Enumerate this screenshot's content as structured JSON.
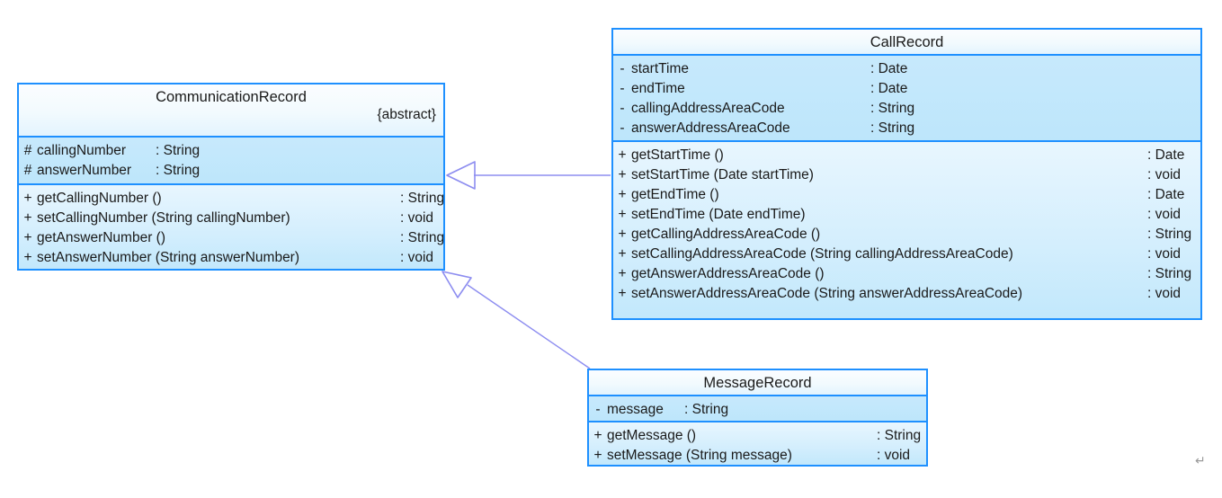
{
  "diagram": {
    "type": "uml-class-diagram",
    "background": "#ffffff",
    "border_color": "#1e90ff",
    "arrow_color": "#8080e8",
    "end_mark": "↵"
  },
  "classes": {
    "communication_record": {
      "name": "CommunicationRecord",
      "stereotype": "{abstract}",
      "attributes": [
        {
          "visibility": "#",
          "signature": "callingNumber",
          "type": ": String"
        },
        {
          "visibility": "#",
          "signature": "answerNumber",
          "type": ": String"
        }
      ],
      "operations": [
        {
          "visibility": "+",
          "signature": "getCallingNumber ()",
          "type": ": String"
        },
        {
          "visibility": "+",
          "signature": "setCallingNumber (String callingNumber)",
          "type": ": void"
        },
        {
          "visibility": "+",
          "signature": "getAnswerNumber ()",
          "type": ": String"
        },
        {
          "visibility": "+",
          "signature": "setAnswerNumber (String answerNumber)",
          "type": ": void"
        }
      ]
    },
    "call_record": {
      "name": "CallRecord",
      "stereotype": "",
      "attributes": [
        {
          "visibility": "-",
          "signature": "startTime",
          "type": ": Date"
        },
        {
          "visibility": "-",
          "signature": "endTime",
          "type": ": Date"
        },
        {
          "visibility": "-",
          "signature": "callingAddressAreaCode",
          "type": ": String"
        },
        {
          "visibility": "-",
          "signature": "answerAddressAreaCode",
          "type": ": String"
        }
      ],
      "operations": [
        {
          "visibility": "+",
          "signature": "getStartTime ()",
          "type": ": Date"
        },
        {
          "visibility": "+",
          "signature": "setStartTime (Date startTime)",
          "type": ": void"
        },
        {
          "visibility": "+",
          "signature": "getEndTime ()",
          "type": ": Date"
        },
        {
          "visibility": "+",
          "signature": "setEndTime (Date endTime)",
          "type": ": void"
        },
        {
          "visibility": "+",
          "signature": "getCallingAddressAreaCode ()",
          "type": ": String"
        },
        {
          "visibility": "+",
          "signature": "setCallingAddressAreaCode (String callingAddressAreaCode)",
          "type": ": void"
        },
        {
          "visibility": "+",
          "signature": "getAnswerAddressAreaCode ()",
          "type": ": String"
        },
        {
          "visibility": "+",
          "signature": "setAnswerAddressAreaCode (String answerAddressAreaCode)",
          "type": ": void"
        }
      ]
    },
    "message_record": {
      "name": "MessageRecord",
      "stereotype": "",
      "attributes": [
        {
          "visibility": "-",
          "signature": "message",
          "type": ": String"
        }
      ],
      "operations": [
        {
          "visibility": "+",
          "signature": "getMessage ()",
          "type": ": String"
        },
        {
          "visibility": "+",
          "signature": "setMessage (String message)",
          "type": ": void"
        }
      ]
    }
  },
  "relationships": [
    {
      "kind": "generalization",
      "from": "CallRecord",
      "to": "CommunicationRecord"
    },
    {
      "kind": "generalization",
      "from": "MessageRecord",
      "to": "CommunicationRecord"
    }
  ]
}
